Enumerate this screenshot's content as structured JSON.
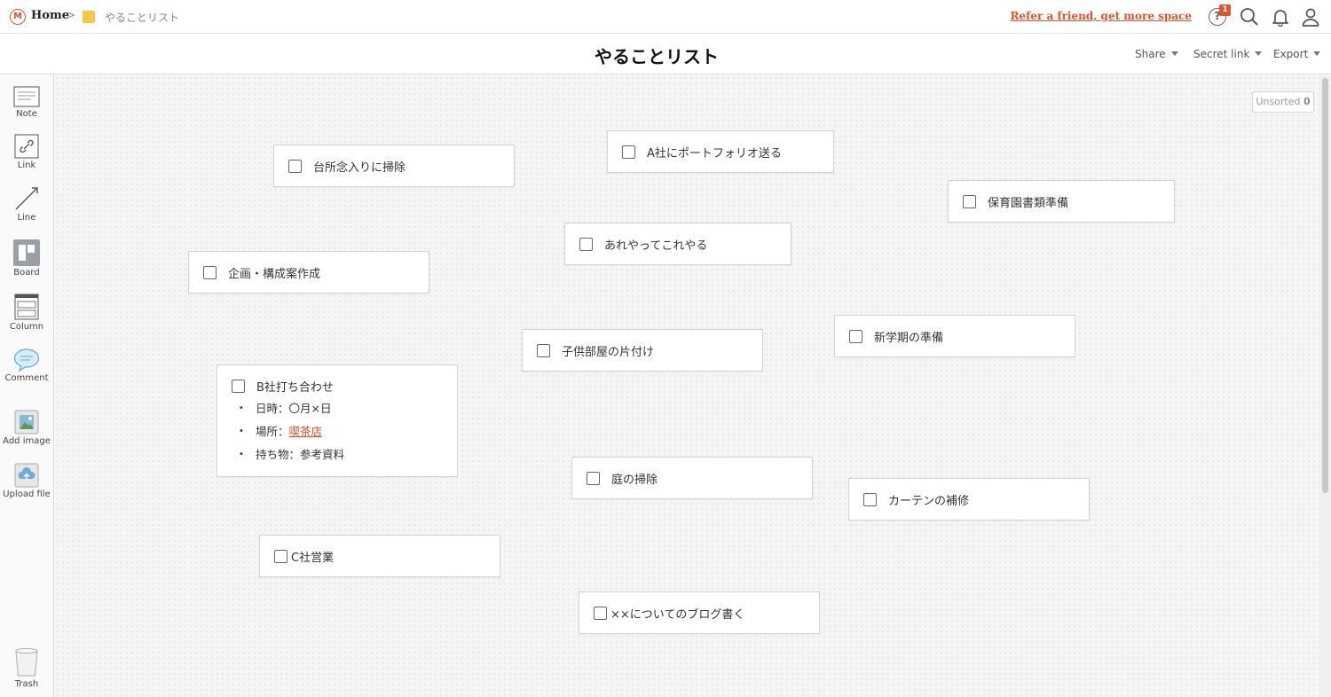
{
  "topbar": {
    "logo_glyph": "M",
    "home_label": "Home",
    "crumb_separator": ">",
    "board_name": "やることリスト",
    "refer_link": "Refer a friend, get more space",
    "help_glyph": "?",
    "help_badge": "1",
    "icons": [
      "search-icon",
      "bell-icon",
      "user-icon"
    ]
  },
  "titlebar": {
    "title": "やることリスト",
    "share": "Share",
    "secret_link": "Secret link",
    "export": "Export"
  },
  "toolbar": {
    "items": [
      {
        "label": "Note"
      },
      {
        "label": "Link"
      },
      {
        "label": "Line"
      },
      {
        "label": "Board"
      },
      {
        "label": "Column"
      },
      {
        "label": "Comment"
      },
      {
        "label": "Add image"
      },
      {
        "label": "Upload file"
      },
      {
        "label": "Trash"
      }
    ]
  },
  "canvas": {
    "unsorted_label": "Unsorted",
    "unsorted_count": "0",
    "cards": [
      {
        "text": "台所念入りに掃除"
      },
      {
        "text": "A社にポートフォリオ送る"
      },
      {
        "text": "保育園書類準備"
      },
      {
        "text": "あれやってこれやる"
      },
      {
        "text": "企画・構成案作成"
      },
      {
        "text": "子供部屋の片付け"
      },
      {
        "text": "新学期の準備"
      },
      {
        "text": "B社打ち合わせ",
        "bullets": {
          "date_label": "日時：",
          "date_value": "〇月×日",
          "place_label": "場所：",
          "place_value": "喫茶店",
          "items_label": "持ち物：",
          "items_value": "参考資料"
        }
      },
      {
        "text": "庭の掃除"
      },
      {
        "text": "カーテンの補修"
      },
      {
        "text": "C社営業"
      },
      {
        "text": "××についてのブログ書く"
      }
    ]
  },
  "colors": {
    "accent": "#e0532b",
    "board_square": "#f7c748"
  }
}
